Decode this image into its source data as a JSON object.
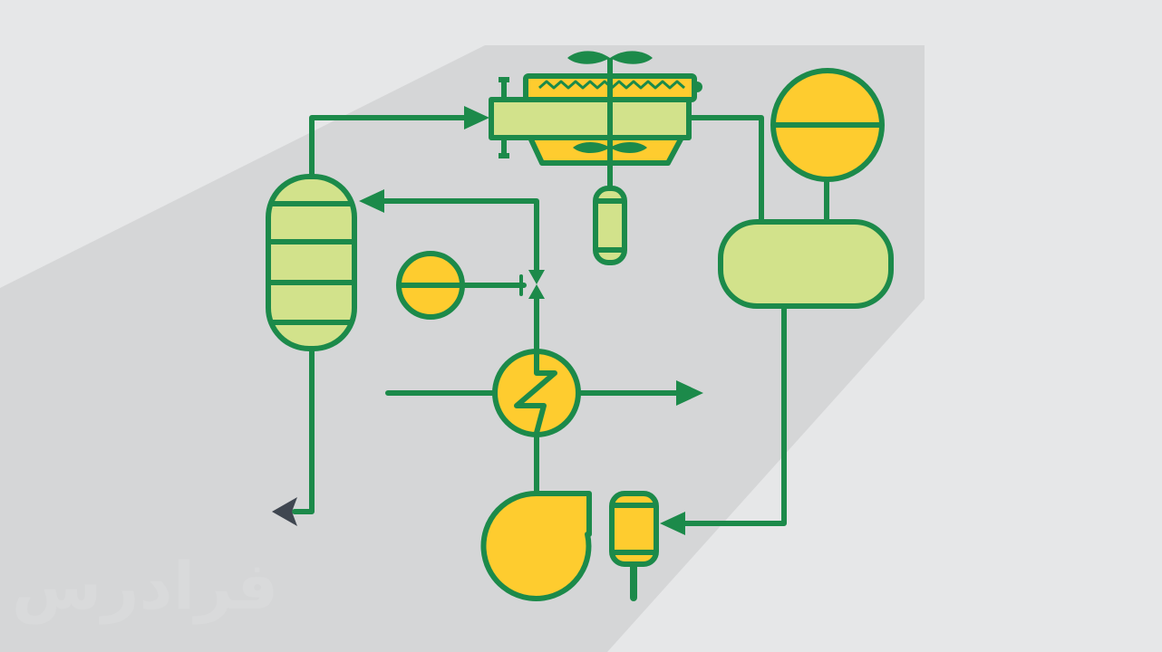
{
  "watermark": {
    "text": "فرادرس"
  },
  "colors": {
    "background": "#e6e7e8",
    "shadow": "#d5d6d7",
    "pipe": "#1c8a4a",
    "fill_light": "#d2e28b",
    "fill_yellow": "#fecc2f",
    "outlet_arrow": "#3f4650",
    "watermark": "#d9dadb"
  },
  "equipment": [
    {
      "name": "column",
      "icon": "distillation-column-icon"
    },
    {
      "name": "filter",
      "icon": "rotary-filter-icon"
    },
    {
      "name": "sphere-tank",
      "icon": "spherical-tank-icon"
    },
    {
      "name": "receiver",
      "icon": "horizontal-drum-icon"
    },
    {
      "name": "heat-exchanger",
      "icon": "heat-exchanger-icon"
    },
    {
      "name": "pump",
      "icon": "centrifugal-pump-icon"
    },
    {
      "name": "separator",
      "icon": "small-vessel-icon"
    },
    {
      "name": "valve",
      "icon": "control-valve-icon"
    },
    {
      "name": "instrument",
      "icon": "instrument-bubble-icon"
    }
  ]
}
